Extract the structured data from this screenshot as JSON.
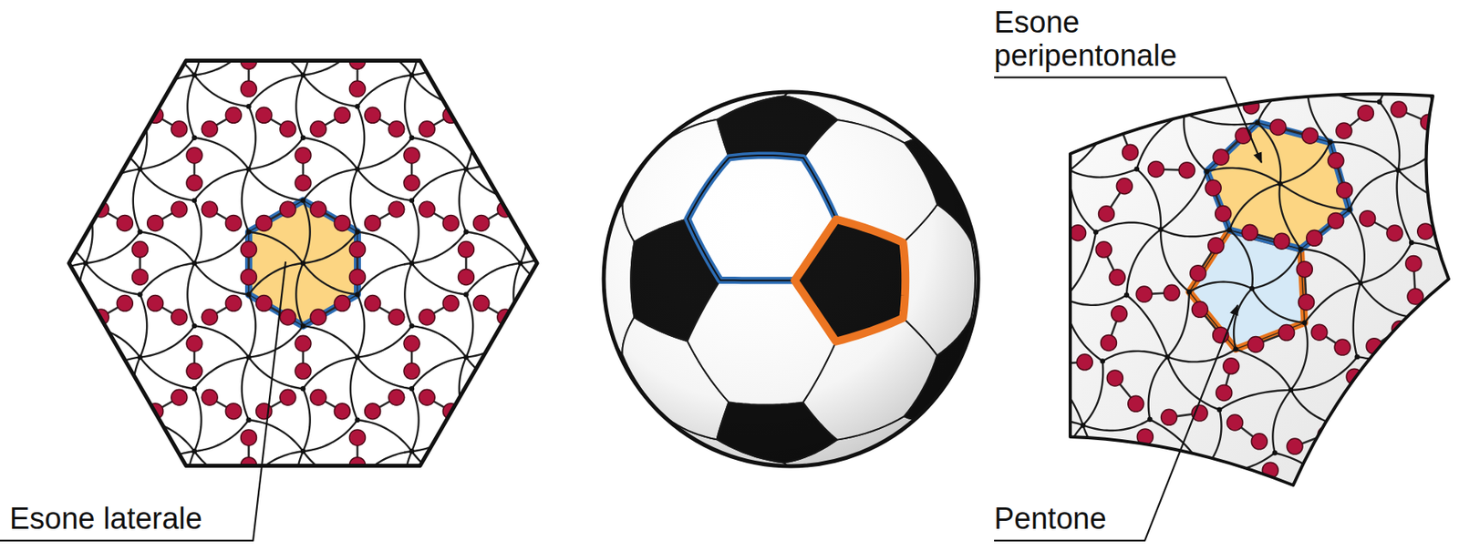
{
  "diagram": {
    "labels": [
      "Esone laterale",
      "Esone peripentonale",
      "Pentone"
    ]
  }
}
